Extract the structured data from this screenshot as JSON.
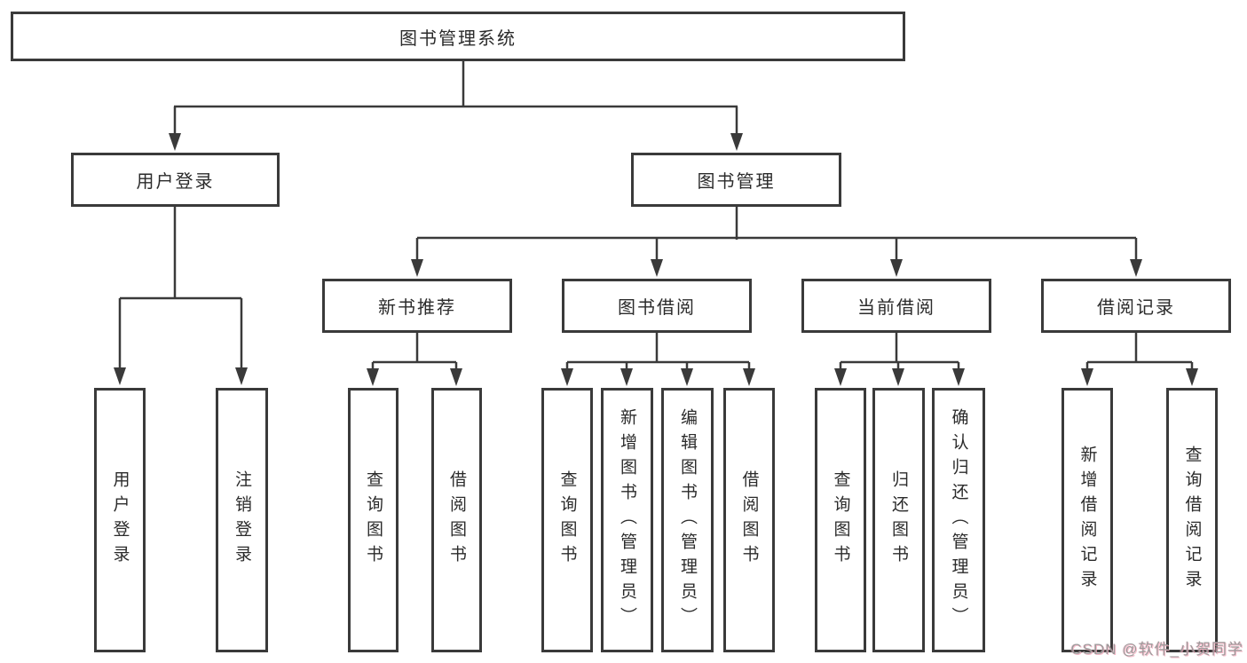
{
  "diagram": {
    "type": "hierarchy-tree",
    "title": "图书管理系统",
    "colors": {
      "line": "#3a3a3a",
      "text": "#2b2b2b",
      "box_background": "#ffffff",
      "watermark": "#9a9a9a",
      "watermark_shadow": "#f6a6ba"
    },
    "watermark": "CSDN @软件_小贺同学"
  },
  "nodes": {
    "root": {
      "label": "图书管理系统",
      "children": [
        "user_login_branch",
        "book_mgmt_branch"
      ]
    },
    "user_login_branch": {
      "label": "用户登录",
      "children": [
        "login",
        "logout"
      ]
    },
    "book_mgmt_branch": {
      "label": "图书管理",
      "children": [
        "new_book_rec",
        "book_borrow",
        "current_borrow",
        "borrow_records"
      ]
    },
    "new_book_rec": {
      "label": "新书推荐",
      "children": [
        "nbr_query",
        "nbr_borrow"
      ]
    },
    "book_borrow": {
      "label": "图书借阅",
      "children": [
        "bb_query",
        "bb_add",
        "bb_edit",
        "bb_borrow"
      ]
    },
    "current_borrow": {
      "label": "当前借阅",
      "children": [
        "cb_query",
        "cb_return",
        "cb_confirm"
      ]
    },
    "borrow_records": {
      "label": "借阅记录",
      "children": [
        "br_add",
        "br_query"
      ]
    },
    "login": {
      "label": "用户登录"
    },
    "logout": {
      "label": "注销登录"
    },
    "nbr_query": {
      "label": "查询图书"
    },
    "nbr_borrow": {
      "label": "借阅图书"
    },
    "bb_query": {
      "label": "查询图书"
    },
    "bb_add": {
      "label": "新增图书（管理员）"
    },
    "bb_edit": {
      "label": "编辑图书（管理员）"
    },
    "bb_borrow": {
      "label": "借阅图书"
    },
    "cb_query": {
      "label": "查询图书"
    },
    "cb_return": {
      "label": "归还图书"
    },
    "cb_confirm": {
      "label": "确认归还（管理员）"
    },
    "br_add": {
      "label": "新增借阅记录"
    },
    "br_query": {
      "label": "查询借阅记录"
    }
  }
}
